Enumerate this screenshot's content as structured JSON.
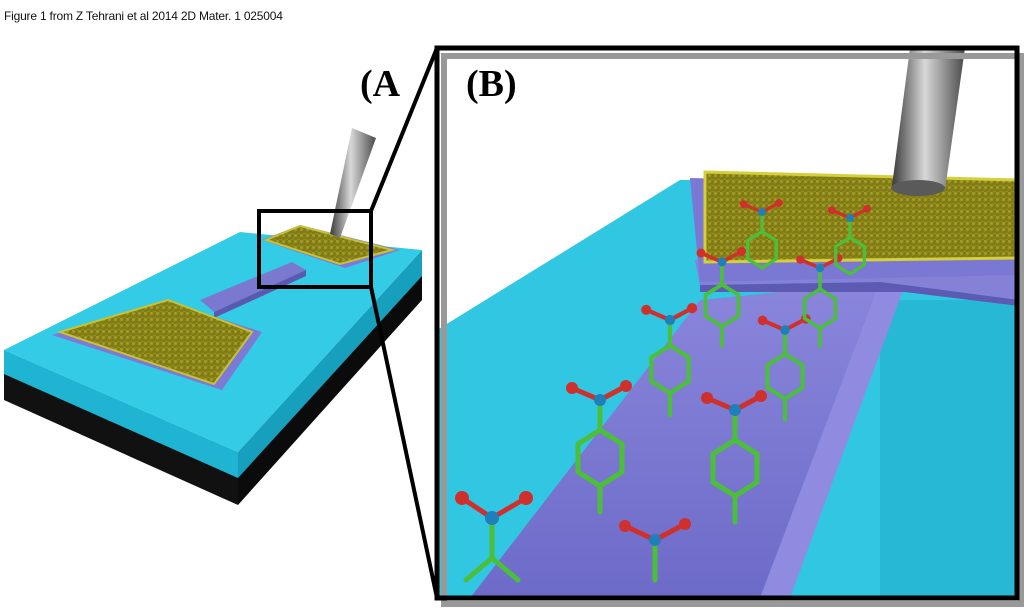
{
  "caption": "Figure 1 from Z Tehrani et al 2014 2D Mater. 1 025004",
  "panels": {
    "a_label": "(A",
    "b_label": "(B)"
  },
  "colors": {
    "substrate_top": "#2ec6e0",
    "substrate_side": "#1aa8c4",
    "substrate_base": "#111111",
    "channel": "#7f7fd6",
    "gold": "#8f8a1a",
    "gold_edge": "#c8c236",
    "carbon": "#4cbf3a",
    "nitrogen": "#1f7fb8",
    "oxygen": "#d0302c",
    "probe": "#8a8a8a"
  }
}
